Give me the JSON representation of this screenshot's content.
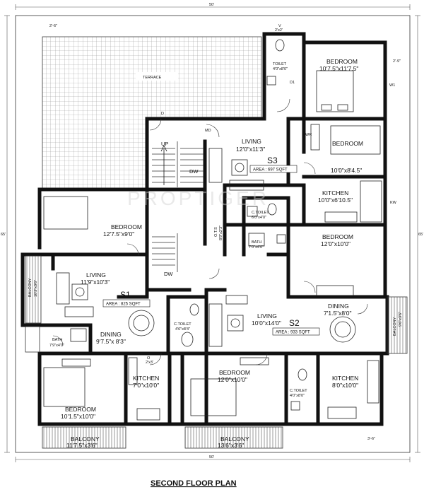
{
  "plan": {
    "title": "SECOND FLOOR PLAN",
    "watermark": "PROPTIGER",
    "overall_dims": {
      "top": "50'",
      "bottom": "50'",
      "left": "65'",
      "right": "65'"
    },
    "terrace": "TERRACE",
    "stair": {
      "up": "UP",
      "dw1": "DW",
      "dw2": "DW"
    },
    "units": [
      {
        "code": "S1",
        "area": "AREA : 825 SQFT"
      },
      {
        "code": "S2",
        "area": "AREA : 933 SQFT"
      },
      {
        "code": "S3",
        "area": "AREA : 697 SQFT"
      }
    ],
    "rooms": {
      "s3_bedroom1": {
        "name": "BEDROOM",
        "dim": "10'7.5\"x11'7.5\""
      },
      "s3_toilet": {
        "name": "TOILET",
        "dim": "4'0\"x8'0\""
      },
      "s3_living": {
        "name": "LIVING",
        "dim": "12'0\"x11'3\""
      },
      "s3_bedroom2": {
        "name": "BEDROOM",
        "dim": "10'0\"x8'4.5\""
      },
      "s3_kitchen": {
        "name": "KITCHEN",
        "dim": "10'0\"x6'10.5\""
      },
      "s3_ctoilet": {
        "name": "C.TOILET",
        "dim": "6'0\"x4'0\""
      },
      "s3_bath": {
        "name": "BATH",
        "dim": "7'0\"x4'0\""
      },
      "ots": {
        "name": "O.T.S",
        "dim": "8'9\"x2'3\""
      },
      "s1_bedroom1": {
        "name": "BEDROOM",
        "dim": "12'7.5\"x9'0\""
      },
      "s1_living": {
        "name": "LIVING",
        "dim": "11'9\"x10'3\""
      },
      "s1_balcony": {
        "name": "BALCONY",
        "dim": "10'3\"x3'6\""
      },
      "s1_ctoilet": {
        "name": "C.TOILET",
        "dim": "4'6\"x8'4\""
      },
      "s1_dining": {
        "name": "DINING",
        "dim": "9'7.5\"x 8'3\""
      },
      "s1_bath": {
        "name": "BATH",
        "dim": "7'9\"x4'0\""
      },
      "s1_bedroom2": {
        "name": "BEDROOM",
        "dim": "10'1.5\"x10'0\""
      },
      "s1_kitchen": {
        "name": "KITCHEN",
        "dim": "7'0\"x10'0\""
      },
      "s1_balcony2": {
        "name": "BALCONY",
        "dim": "11'7.5\"x3'6\""
      },
      "s2_bedroom1": {
        "name": "BEDROOM",
        "dim": "12'0\"x10'0\""
      },
      "s2_living": {
        "name": "LIVING",
        "dim": "10'0\"x14'0\""
      },
      "s2_dining": {
        "name": "DINING",
        "dim": "7'1.5\"x8'0\""
      },
      "s2_balcony": {
        "name": "BALCONY",
        "dim": "9'6\"x3'6\""
      },
      "s2_bedroom2": {
        "name": "BEDROOM",
        "dim": "12'0\"x10'0\""
      },
      "s2_ctoilet": {
        "name": "C.TOILET",
        "dim": "4'0\"x8'0\""
      },
      "s2_kitchen": {
        "name": "KITCHEN",
        "dim": "8'0\"x10'0\""
      },
      "s2_balcony2": {
        "name": "BALCONY",
        "dim": "13'6\"x3'6\""
      }
    },
    "markers": {
      "v": "V",
      "w1": "W1",
      "kw": "KW",
      "d": "D",
      "d1": "D1",
      "md": "MD",
      "o": "O",
      "wr": "WR",
      "s_2x2": "2'x2'",
      "s_2x3": "2'x3'",
      "off_2_6": "2'-6\"",
      "off_2_9": "2'-9\"",
      "off_3_6": "3'-6\""
    },
    "colors": {
      "wall": "#111111",
      "terrace_grid": "#9a9a9a",
      "line": "#333333"
    }
  }
}
